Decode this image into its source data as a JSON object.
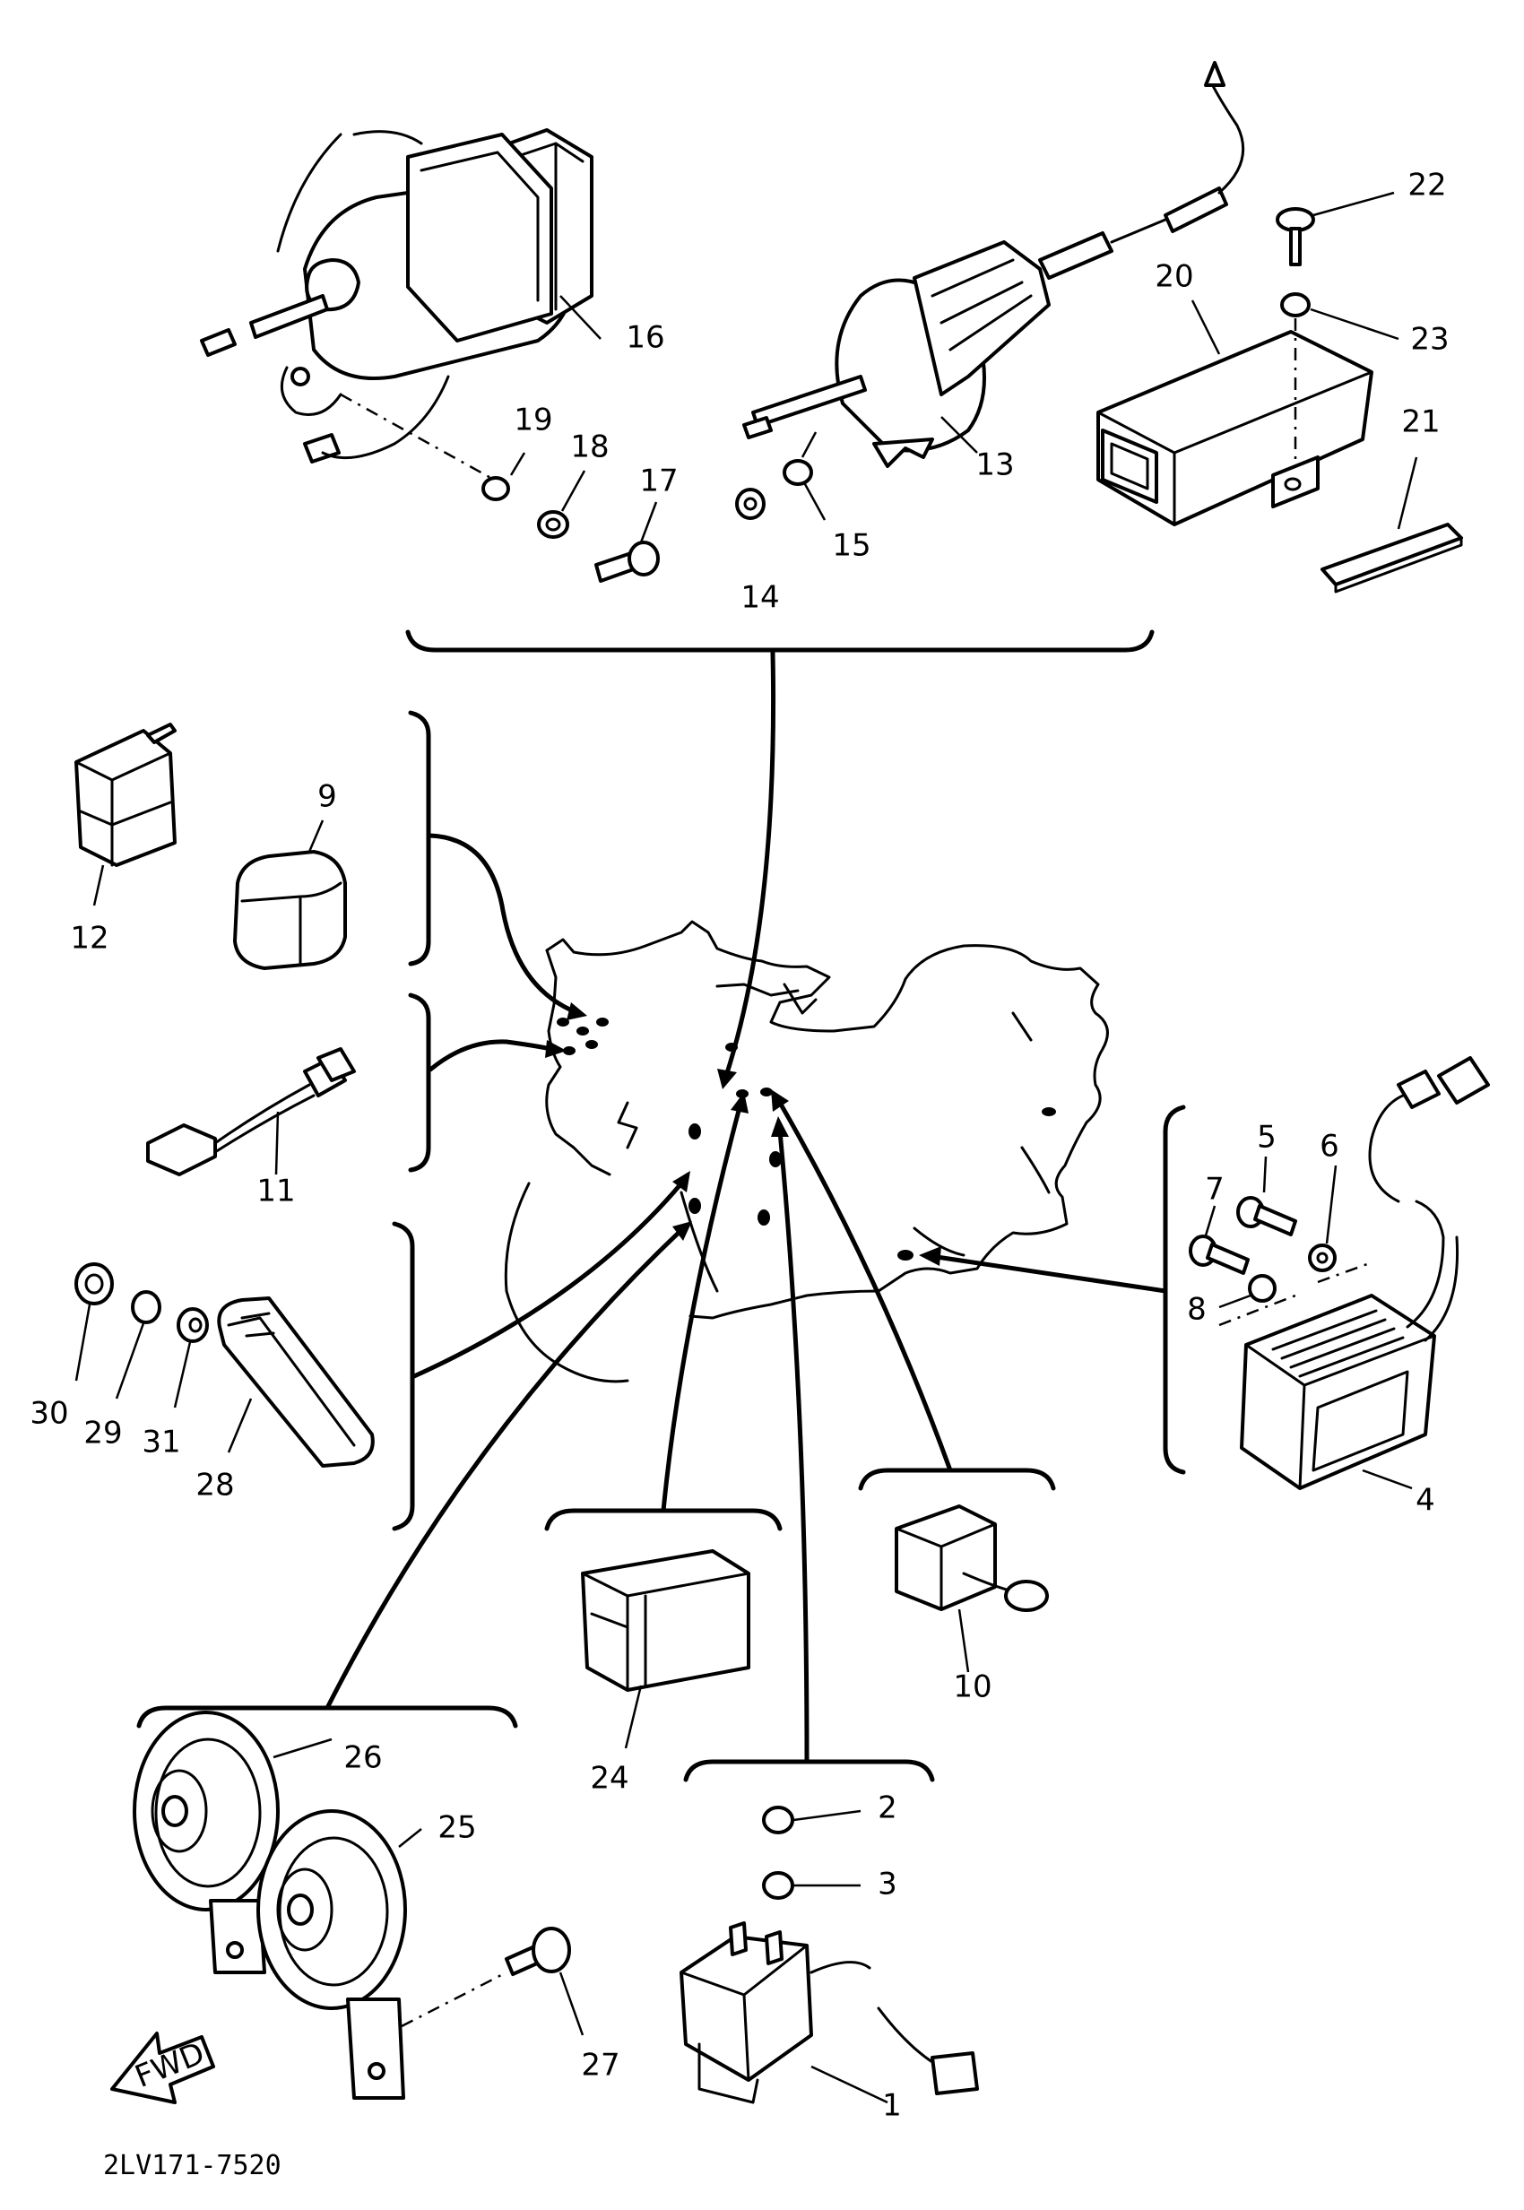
{
  "diagram_code": "2LV171-7520",
  "fwd_label": "FWD",
  "callouts": {
    "p1": "1",
    "p2": "2",
    "p3": "3",
    "p4": "4",
    "p5": "5",
    "p6": "6",
    "p7": "7",
    "p8": "8",
    "p9": "9",
    "p10": "10",
    "p11": "11",
    "p12": "12",
    "p13": "13",
    "p14": "14",
    "p15": "15",
    "p16": "16",
    "p17": "17",
    "p18": "18",
    "p19": "19",
    "p20": "20",
    "p21": "21",
    "p22": "22",
    "p23": "23",
    "p24": "24",
    "p25": "25",
    "p26": "26",
    "p27": "27",
    "p28": "28",
    "p29": "29",
    "p30": "30",
    "p31": "31"
  }
}
